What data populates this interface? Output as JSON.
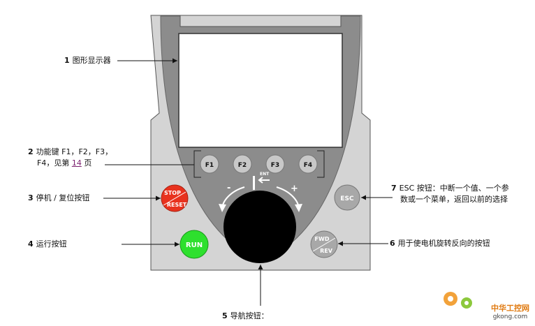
{
  "labels": {
    "display": {
      "num": "1",
      "text": "图形显示器"
    },
    "function_keys": {
      "num": "2",
      "line1": "功能键 F1，F2，F3，",
      "line2_prefix": "F4，见第 ",
      "page_ref": "14",
      "line2_suffix": " 页"
    },
    "stop_reset": {
      "num": "3",
      "text": "停机 / 复位按钮"
    },
    "run": {
      "num": "4",
      "text": "运行按钮"
    },
    "navigation": {
      "num": "5",
      "text": "导航按钮："
    },
    "fwd_rev": {
      "num": "6",
      "text": "用于使电机旋转反向的按钮"
    },
    "esc": {
      "num": "7",
      "line1": "ESC 按钮：中断一个值、一个参",
      "line2": "数或一个菜单，返回以前的选择"
    }
  },
  "keys": {
    "f1": "F1",
    "f2": "F2",
    "f3": "F3",
    "f4": "F4",
    "esc": "ESC",
    "run": "RUN",
    "stop": "STOP",
    "reset": "RESET",
    "fwd": "FWD",
    "rev": "REV",
    "ent": "ENT",
    "minus": "-",
    "plus": "+"
  },
  "watermark": {
    "line1": "中华工控网",
    "line2": "gkong.com"
  },
  "colors": {
    "panel": "#d4d4d4",
    "bezel": "#8c8c8c",
    "stop": "#e8321e",
    "run": "#2ee02e",
    "knob": "#000000",
    "button_grey": "#a8a8a8"
  }
}
